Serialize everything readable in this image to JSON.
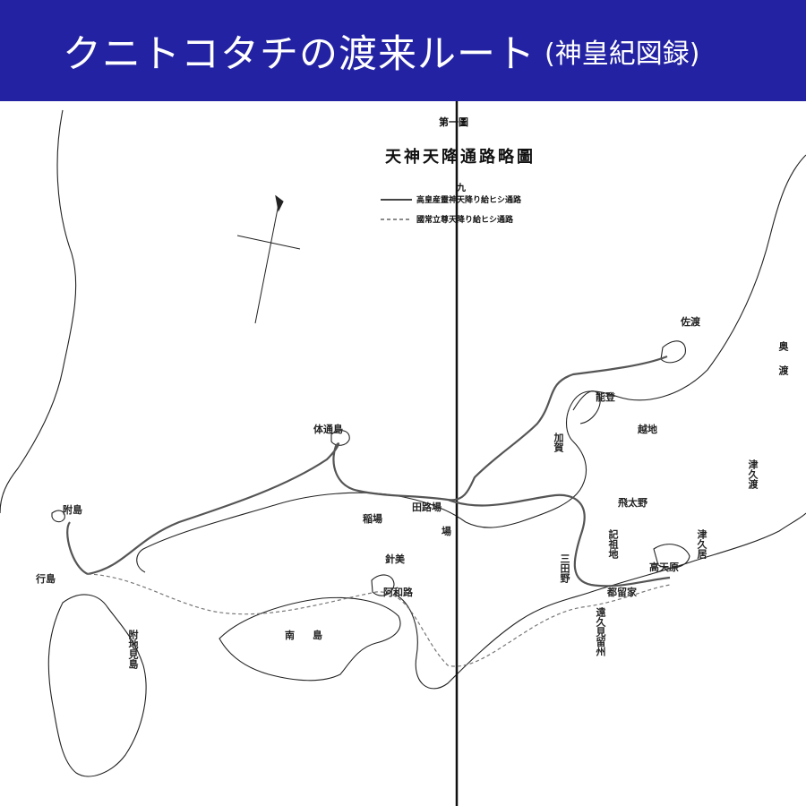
{
  "banner": {
    "title": "クニトコタチの渡来ルート",
    "subtitle": "(神皇紀図録)"
  },
  "map_header": {
    "plate_label": "第一圖",
    "title": "天神天降通路略圖",
    "scale_note": "九"
  },
  "legend": {
    "solid_line": "高皇産靈神天降り給ヒシ通路",
    "dashed_line": "國常立尊天降り給ヒシ通路"
  },
  "places": {
    "sado": "佐渡",
    "noto": "能登",
    "koshi": "越地",
    "oku": "奥",
    "watari": "渡",
    "tsukuwatari": "津久渡",
    "kaga": "加賀",
    "hida": "飛太野",
    "kiso": "記祖地",
    "tsukui": "津久居",
    "takamagahara": "高天原",
    "mitano": "三田野",
    "tsurumi": "都留家",
    "tokyu": "遠久見留州",
    "tsushima": "体通島",
    "tatsuro": "田路場",
    "inaba": "稲場",
    "hari": "針美",
    "awaji": "阿和路",
    "fuzoku": "附島",
    "yuki": "行島",
    "nanto": "南島",
    "fuchiken": "附地見島",
    "field_mark": "場"
  }
}
